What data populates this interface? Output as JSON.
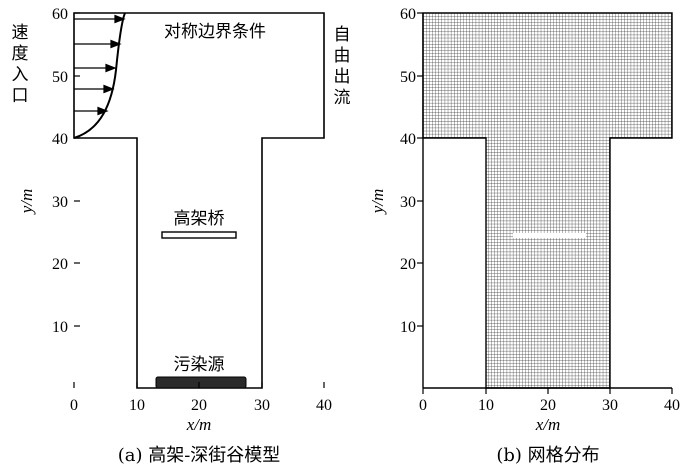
{
  "panel_a": {
    "caption": "(a) 高架-深街谷模型",
    "label_symmetric": "对称边界条件",
    "label_inlet": [
      "速",
      "度",
      "入",
      "口"
    ],
    "label_outlet": [
      "自",
      "由",
      "出",
      "流"
    ],
    "label_bridge": "高架桥",
    "label_source": "污染源"
  },
  "panel_b": {
    "caption": "(b) 网格分布"
  },
  "axes": {
    "xlabel": "x/m",
    "ylabel": "y/m",
    "xticks": [
      "0",
      "10",
      "20",
      "30",
      "40"
    ],
    "yticks": [
      "10",
      "20",
      "30",
      "40",
      "50",
      "60"
    ]
  },
  "geometry": {
    "domain_x": [
      0,
      40
    ],
    "domain_y": [
      0,
      60
    ],
    "canyon_x": [
      10,
      30
    ],
    "canyon_top_y": 40,
    "bridge": {
      "x": [
        15,
        26
      ],
      "y": [
        24,
        25
      ]
    },
    "source": {
      "x": [
        14,
        28
      ],
      "y": [
        0,
        1.5
      ]
    },
    "grid_cells_x": 80,
    "grid_cells_y": 120
  }
}
